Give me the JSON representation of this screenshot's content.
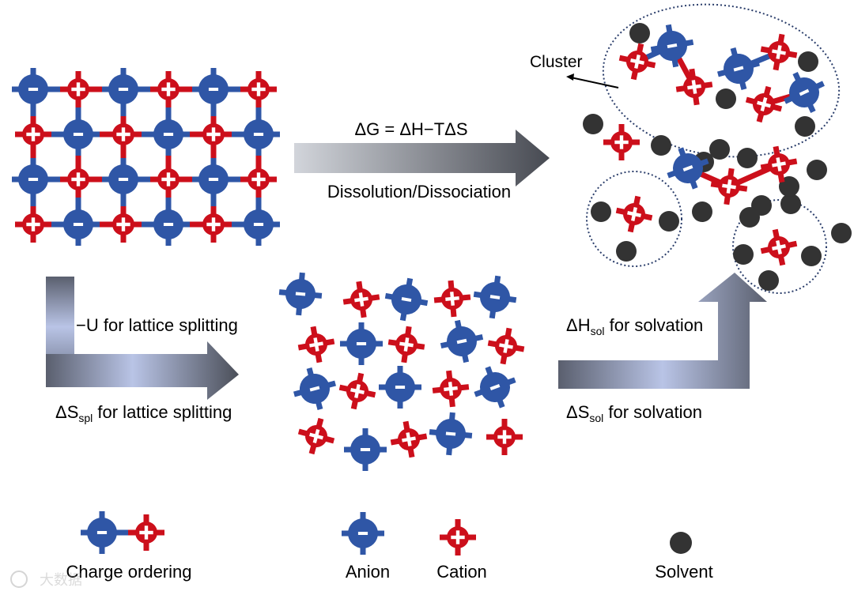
{
  "colors": {
    "anion": "#2f56a6",
    "anion_dark": "#1f3f86",
    "cation": "#cc0f1b",
    "cation_dark": "#9f0a14",
    "solvent": "#333333",
    "arrow_dark": "#4a4d55",
    "arrow_light": "#c9ceda"
  },
  "symbols": {
    "anion": "−",
    "cation": "+"
  },
  "labels": {
    "gibbs": "ΔG = ΔH−TΔS",
    "dissolution": "Dissolution/Dissociation",
    "cluster": "Cluster",
    "neg_u": "−U for lattice splitting",
    "s_spl_pre": "ΔS",
    "s_spl_sub": "spl",
    "s_spl_post": " for lattice splitting",
    "h_sol_pre": "ΔH",
    "h_sol_sub": "sol",
    "h_sol_post": " for solvation",
    "s_sol_pre": "ΔS",
    "s_sol_sub": "sol",
    "s_sol_post": " for solvation"
  },
  "legend": {
    "charge_ordering": "Charge ordering",
    "anion": "Anion",
    "cation": "Cation",
    "solvent": "Solvent"
  },
  "watermark": "大数据"
}
